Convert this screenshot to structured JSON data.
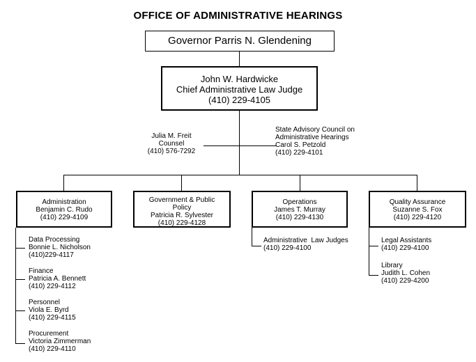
{
  "title": "OFFICE OF ADMINISTRATIVE HEARINGS",
  "governor": "Governor Parris N. Glendening",
  "chief": {
    "name": "John W. Hardwicke",
    "role": "Chief Administrative Law Judge",
    "phone": "(410) 229-4105"
  },
  "counsel": {
    "name": "Julia M. Freit",
    "role": "Counsel",
    "phone": "(410) 576-7292"
  },
  "council": {
    "line1": "State Advisory Council on",
    "line2": "Administrative Hearings",
    "name": "Carol S. Petzold",
    "phone": "(410) 229-4101"
  },
  "departments": [
    {
      "title": "Administration",
      "name": "Benjamin C. Rudo",
      "phone": "(410) 229-4109"
    },
    {
      "title1": "Government & Public",
      "title2": "Policy",
      "name": "Patricia R. Sylvester",
      "phone": "(410) 229-4128"
    },
    {
      "title": "Operations",
      "name": "James T. Murray",
      "phone": "(410) 229-4130"
    },
    {
      "title": "Quality Assurance",
      "name": "Suzanne S. Fox",
      "phone": "(410) 229-4120"
    }
  ],
  "admin_units": [
    {
      "title": "Data Processing",
      "name": "Bonnie L.  Nicholson",
      "phone": "(410)229-4117"
    },
    {
      "title": "Finance",
      "name": "Patricia A. Bennett",
      "phone": "(410) 229-4112"
    },
    {
      "title": "Personnel",
      "name": "Viola E.  Byrd",
      "phone": "(410) 229-4115"
    },
    {
      "title": "Procurement",
      "name": "Victoria Zimmerman",
      "phone": "(410) 229-4110"
    }
  ],
  "ops_units": [
    {
      "title": "Administrative  Law Judges",
      "phone": "(410) 229-4100"
    }
  ],
  "qa_units": [
    {
      "title": "Legal Assistants",
      "phone": "(410) 229-4100"
    },
    {
      "title": "Library",
      "name": "Judith L. Cohen",
      "phone": "(410) 229-4200"
    }
  ]
}
